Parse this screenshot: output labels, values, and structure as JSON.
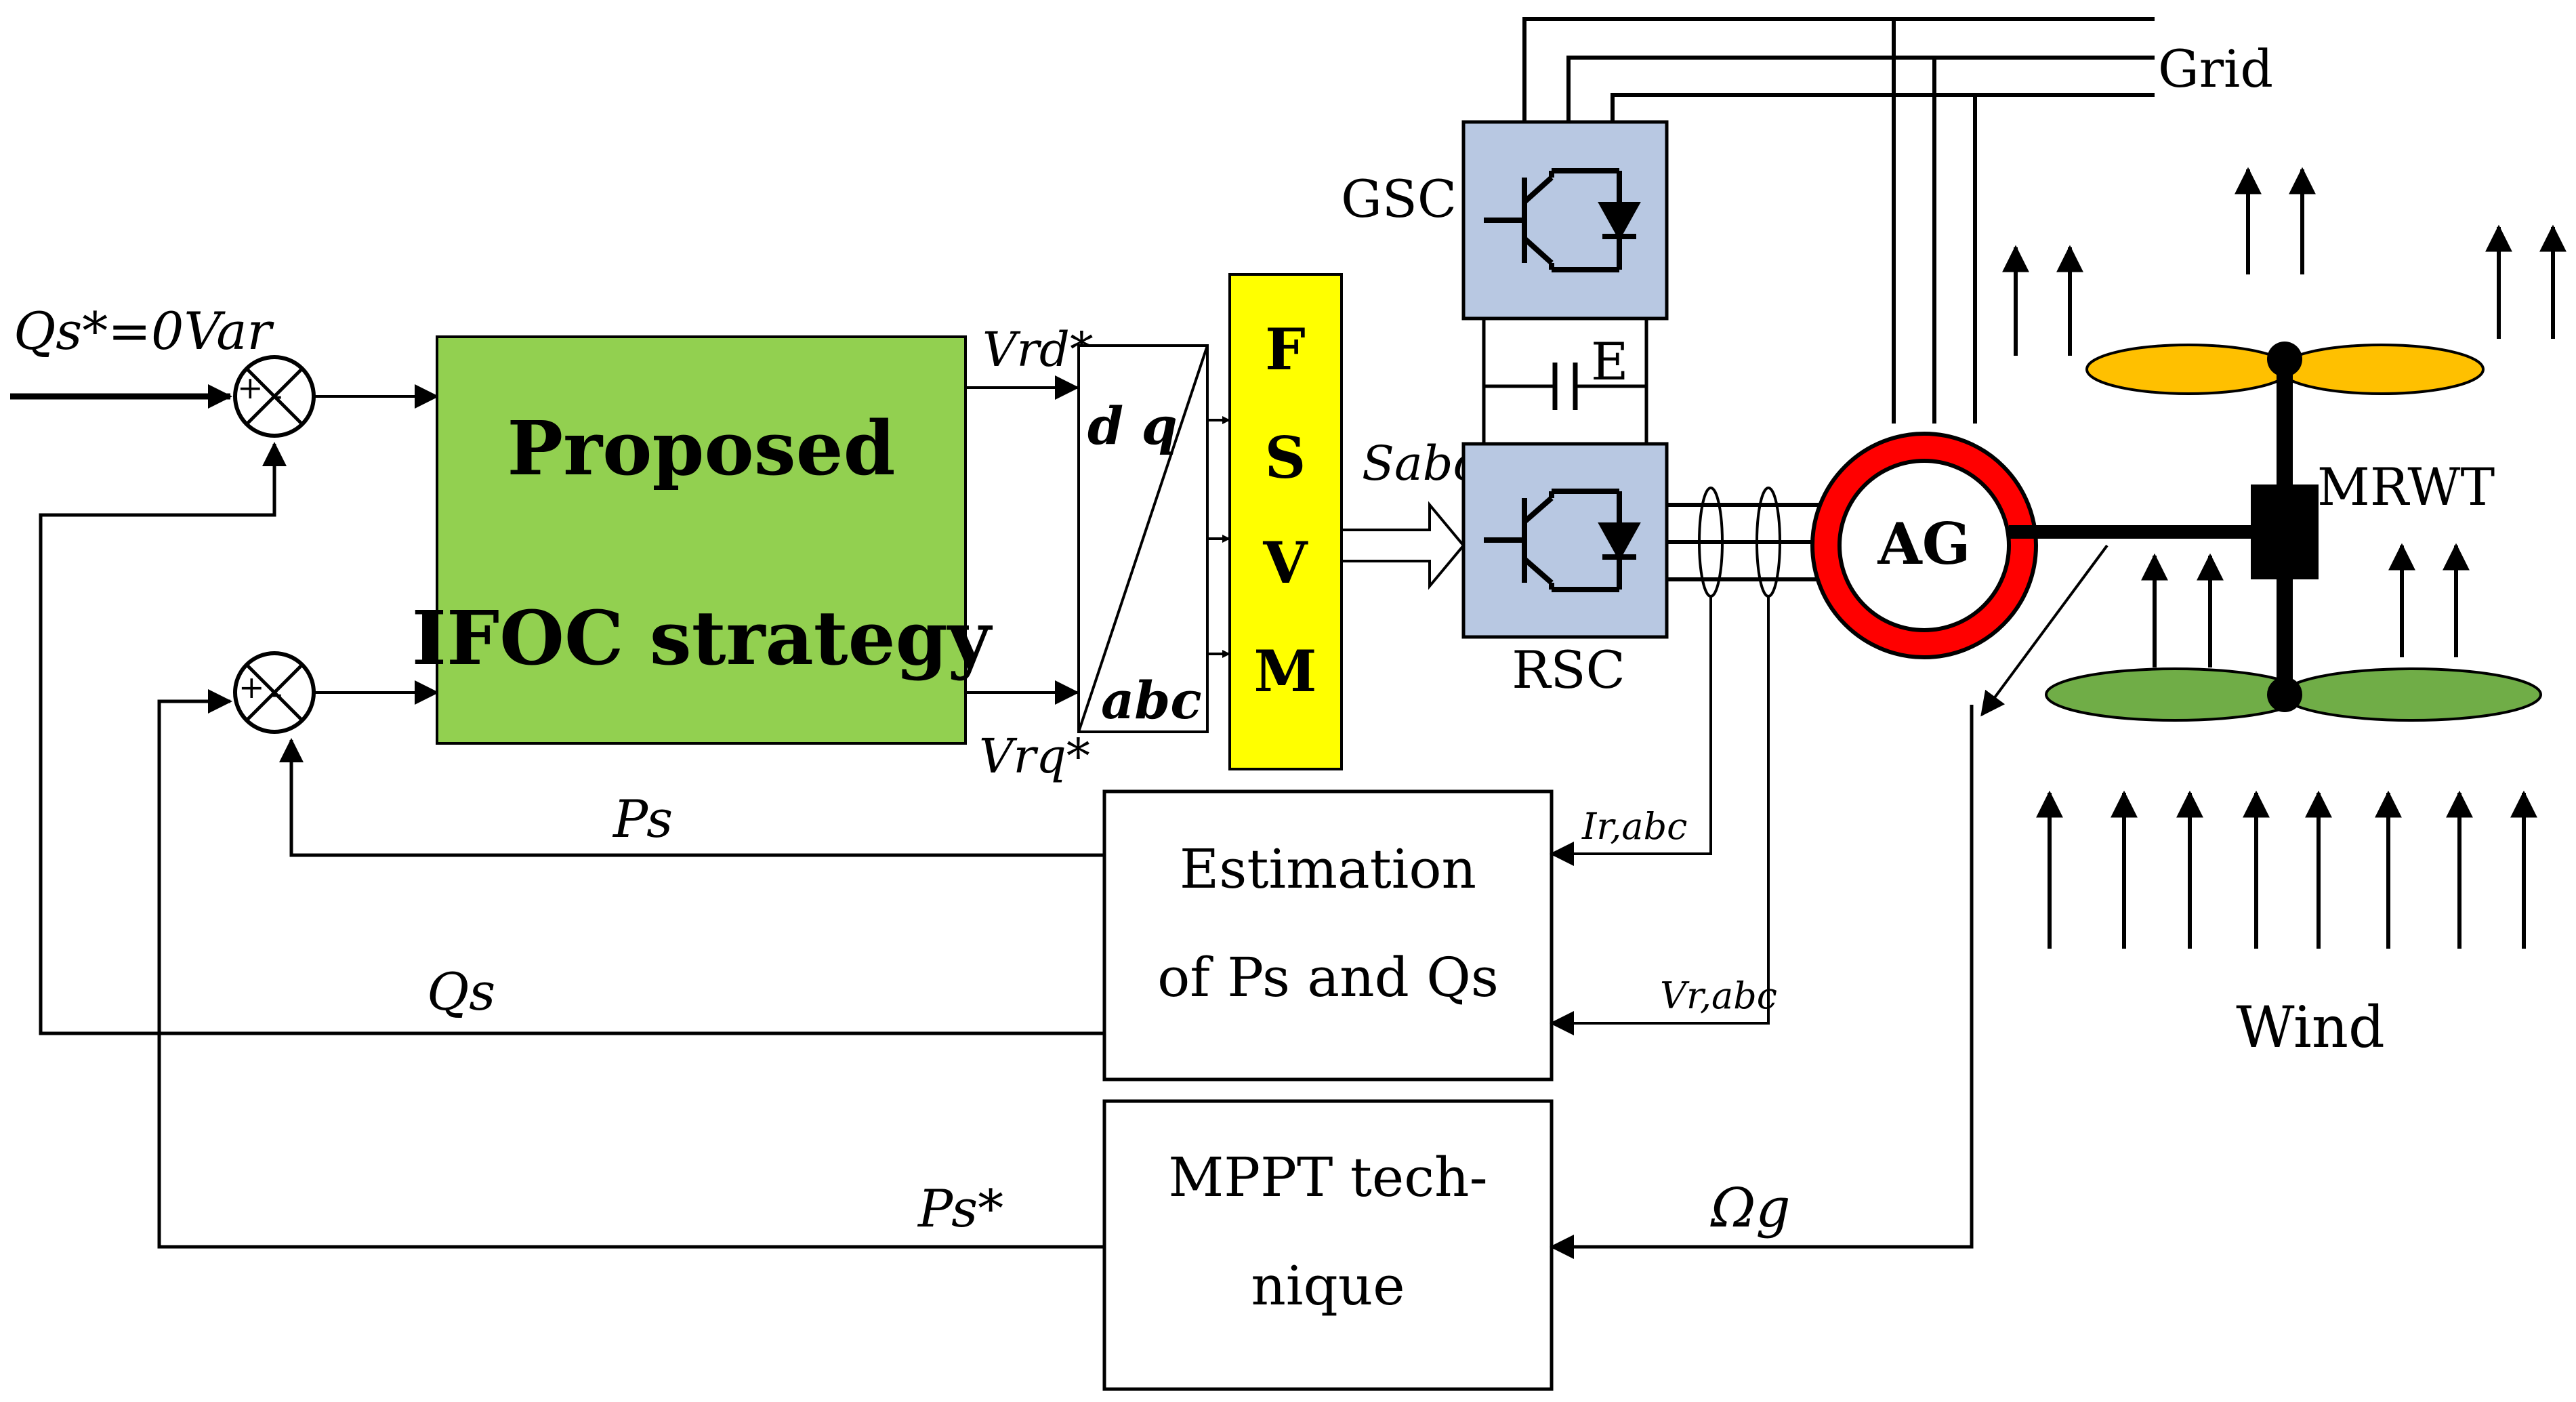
{
  "colors": {
    "ifoc_fill": "#92d050",
    "fsvm_fill": "#ffff00",
    "converter_fill": "#b8c8e2",
    "generator_ring": "#ff0000",
    "rotor_top": "#ffc000",
    "rotor_bottom": "#70ad47",
    "line": "#000000"
  },
  "icons": {
    "sum_junction": "circle-x-icon",
    "igbt": "igbt-diode-icon",
    "capacitor": "capacitor-icon",
    "current_sensor": "ellipse-sensor-icon",
    "wind": "up-arrow-icon"
  },
  "labels": {
    "qs_ref": "Qs*=0Var",
    "ifoc_line1": "Proposed",
    "ifoc_line2": "IFOC strategy",
    "vrd_ref": "Vrd*",
    "vrq_ref": "Vrq*",
    "dq": "d q",
    "abc": "abc",
    "fsvm": [
      "F",
      "S",
      "V",
      "M"
    ],
    "sabc": "Sabc",
    "gsc": "GSC",
    "rsc": "RSC",
    "dc_link": "E",
    "grid": "Grid",
    "generator": "AG",
    "turbine": "MRWT",
    "wind": "Wind",
    "ps": "Ps",
    "qs": "Qs",
    "ps_ref": "Ps*",
    "ir_abc": "Ir,abc",
    "vr_abc": "Vr,abc",
    "omega_g": "Ωg",
    "estimation_line1": "Estimation",
    "estimation_line2": "of Ps and Qs",
    "mppt_line1": "MPPT tech-",
    "mppt_line2": "nique",
    "sum_plus": "+",
    "sum_minus": "-"
  }
}
